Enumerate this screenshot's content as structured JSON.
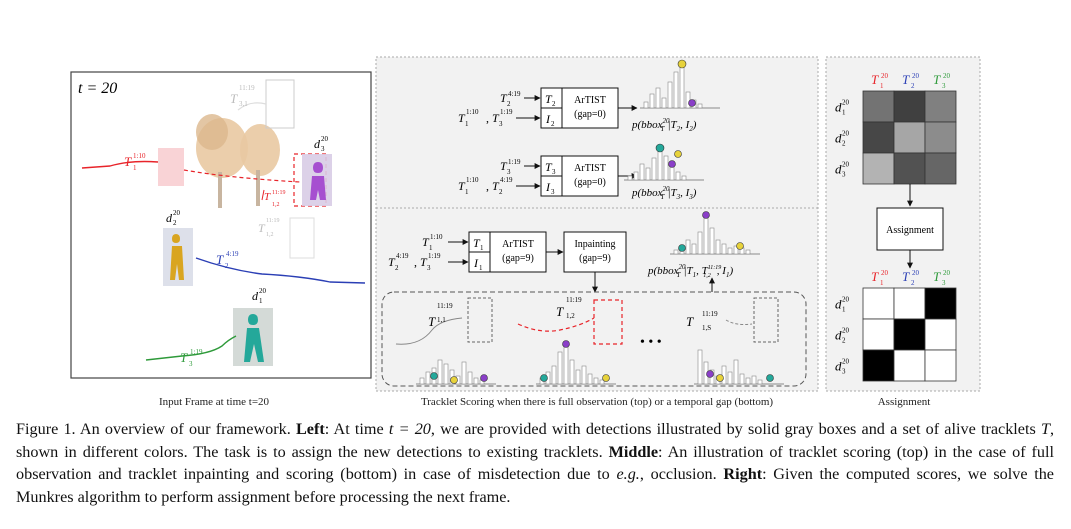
{
  "left": {
    "time_label": "t = 20",
    "detections": {
      "d3": "d",
      "d3_sup": "20",
      "d3_sub": "3",
      "d2": "d",
      "d2_sup": "20",
      "d2_sub": "2",
      "d1": "d",
      "d1_sup": "20",
      "d1_sub": "1"
    },
    "tracklets": {
      "t1_sup": "1:10",
      "t2_sup": "4:19",
      "t3_sup": "1:19",
      "t3_inp_sup": "11:19",
      "t3_inp_sub": "3,1",
      "t1_inp_sup": "11:19",
      "t1_inp_sub": "1,2",
      "t12_sup": "11:19",
      "t12_sub": "1,2"
    },
    "caption": "Input Frame at time t=20"
  },
  "middle": {
    "top": {
      "row1": {
        "in_a_sup": "4:19",
        "in_b_sup": "1:10",
        "in_c_sup": "1:19",
        "box_t": "T",
        "box_t_sub": "2",
        "box_i": "I",
        "box_i_sub": "2",
        "model": "ArTIST",
        "gap": "(gap=0)",
        "prob": "p(bbox",
        "prob_sup": "20",
        "prob_sub": "T",
        "prob_tail": "|T",
        "prob_tail_sub": "2",
        "prob_i": ", I",
        "prob_i_sub": "2",
        "prob_close": ")"
      },
      "row2": {
        "in_a_sup": "1:19",
        "in_b_sup": "1:10",
        "in_c_sup": "4:19",
        "box_t": "T",
        "box_t_sub": "3",
        "box_i": "I",
        "box_i_sub": "3",
        "model": "ArTIST",
        "gap": "(gap=0)",
        "prob": "p(bbox",
        "prob_sup": "20",
        "prob_sub": "T",
        "prob_tail": "|T",
        "prob_tail_sub": "3",
        "prob_i": ", I",
        "prob_i_sub": "3",
        "prob_close": ")"
      }
    },
    "bottom": {
      "in_a_sup": "1:10",
      "in_b_sup": "4:19",
      "in_c_sup": "1:19",
      "box_t": "T",
      "box_t_sub": "1",
      "box_i": "I",
      "box_i_sub": "1",
      "model": "ArTIST",
      "gap": "(gap=9)",
      "inpaint": "Inpainting",
      "inpaint_gap": "(gap=9)",
      "prob": "p(bbox",
      "prob_sup": "20",
      "prob_sub": "T",
      "prob_tail": "|T",
      "prob_tail_sub": "1",
      "prob_mid": ", T",
      "prob_mid_sup": "11:19",
      "prob_mid_sub": "1,2",
      "prob_i": ", I",
      "prob_i_sub": "1",
      "prob_close": ")",
      "samples": [
        {
          "sup": "11:19",
          "sub": "1,1"
        },
        {
          "sup": "11:19",
          "sub": "1,2"
        },
        {
          "sup": "11:19",
          "sub": "1,S"
        }
      ],
      "ellipsis": "• • •"
    },
    "caption": "Tracklet Scoring when there is full observation (top) or a temporal gap (bottom)"
  },
  "right": {
    "col_headers": [
      {
        "sym": "T",
        "sub": "1",
        "sup": "20",
        "color": "#e8242a"
      },
      {
        "sym": "T",
        "sub": "2",
        "sup": "20",
        "color": "#2b3fb5"
      },
      {
        "sym": "T",
        "sub": "3",
        "sup": "20",
        "color": "#2e9a3a"
      }
    ],
    "row_headers": [
      {
        "sym": "d",
        "sub": "1",
        "sup": "20"
      },
      {
        "sym": "d",
        "sub": "2",
        "sup": "20"
      },
      {
        "sym": "d",
        "sub": "3",
        "sup": "20"
      }
    ],
    "score_matrix": [
      [
        0.55,
        0.75,
        0.5
      ],
      [
        0.72,
        0.35,
        0.45
      ],
      [
        0.3,
        0.68,
        0.6
      ]
    ],
    "assignment_label": "Assignment",
    "assignment_matrix": [
      [
        0,
        0,
        1
      ],
      [
        0,
        1,
        0
      ],
      [
        1,
        0,
        0
      ]
    ],
    "caption": "Assignment"
  },
  "colors": {
    "t1": "#e8242a",
    "t2": "#2b3fb5",
    "t3": "#2e9a3a",
    "inpaint": "#e8242a",
    "panel_bg": "#f2f2f2"
  },
  "figure_caption": {
    "p1": "Figure 1. An overview of our framework.",
    "left_bold": "Left",
    "p2": ": At time ",
    "t_eq": "t = 20",
    "p3": ", we are provided with detections illustrated by solid gray boxes and a set of alive tracklets ",
    "tsym": "T",
    "p4": ", shown in different colors. The task is to assign the new detections to existing tracklets.",
    "middle_bold": "Middle",
    "p5": ": An illustration of tracklet scoring (top) in the case of full observation and tracklet inpainting and scoring (bottom) in case of misdetection due to ",
    "eg": "e.g.",
    "p6": ", occlusion.",
    "right_bold": "Right",
    "p7": ": Given the computed scores, we solve the Munkres algorithm to perform assignment before processing the next frame."
  }
}
